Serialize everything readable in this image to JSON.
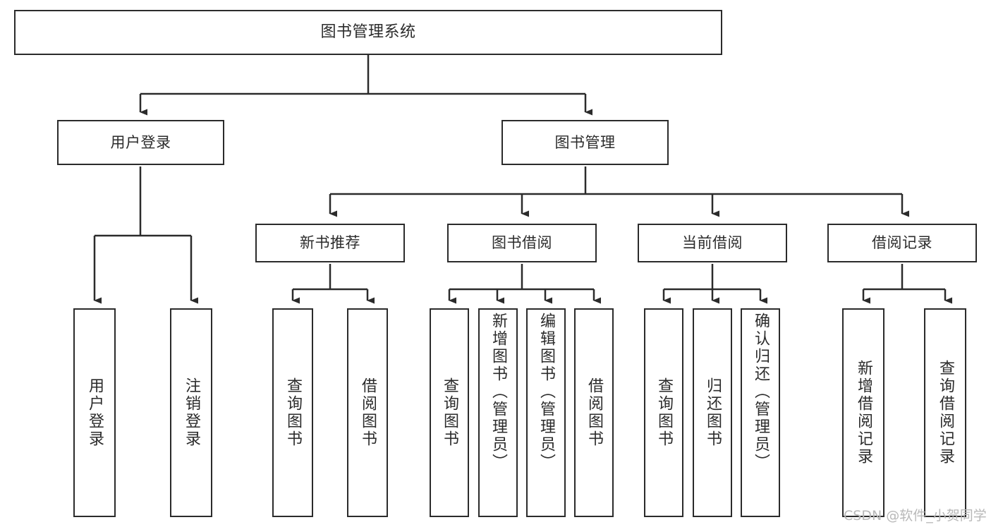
{
  "diagram": {
    "title": "图书管理系统",
    "type": "tree-hierarchy-diagram",
    "colors": {
      "box_border": "#2b2b2b",
      "box_fill": "#ffffff",
      "connector": "#2b2b2b",
      "text": "#2b2b2b",
      "watermark": "#b8b8b8",
      "canvas": "#ffffff"
    },
    "root": {
      "label": "图书管理系统"
    },
    "level2": [
      {
        "id": "user-login",
        "label": "用户登录"
      },
      {
        "id": "book-management",
        "label": "图书管理"
      }
    ],
    "level3": [
      {
        "id": "new-book-recommend",
        "label": "新书推荐"
      },
      {
        "id": "book-borrow",
        "label": "图书借阅"
      },
      {
        "id": "current-borrow",
        "label": "当前借阅"
      },
      {
        "id": "borrow-record",
        "label": "借阅记录"
      }
    ],
    "leaves": {
      "user_login": [
        {
          "id": "leaf-user-login",
          "label": "用户登录"
        },
        {
          "id": "leaf-logout-login",
          "label": "注销登录"
        }
      ],
      "new_book_recommend": [
        {
          "id": "leaf-query-book-1",
          "label": "查询图书"
        },
        {
          "id": "leaf-borrow-book-1",
          "label": "借阅图书"
        }
      ],
      "book_borrow": [
        {
          "id": "leaf-query-book-2",
          "label": "查询图书"
        },
        {
          "id": "leaf-add-book-admin",
          "label": "新增图书（管理员）"
        },
        {
          "id": "leaf-edit-book-admin",
          "label": "编辑图书（管理员）"
        },
        {
          "id": "leaf-borrow-book-2",
          "label": "借阅图书"
        }
      ],
      "current_borrow": [
        {
          "id": "leaf-query-book-3",
          "label": "查询图书"
        },
        {
          "id": "leaf-return-book",
          "label": "归还图书"
        },
        {
          "id": "leaf-confirm-return-admin",
          "label": "确认归还（管理员）"
        }
      ],
      "borrow_record": [
        {
          "id": "leaf-add-borrow-record",
          "label": "新增借阅记录"
        },
        {
          "id": "leaf-query-borrow-record",
          "label": "查询借阅记录"
        }
      ]
    }
  },
  "watermark": {
    "text": "CSDN @软件_小贺同学"
  }
}
